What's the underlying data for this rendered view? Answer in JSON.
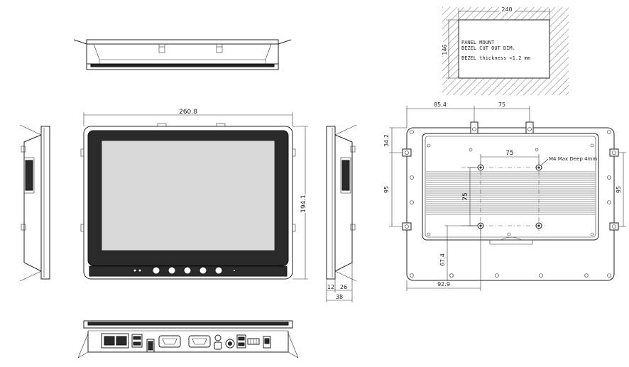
{
  "cutout": {
    "width": "240",
    "height": "146",
    "line1": "PANEL MOUNT",
    "line2": "BEZEL CUT OUT DIM.",
    "line3": "BEZEL thickness <1.2 mm"
  },
  "front": {
    "width": "260.8",
    "height": "194.1"
  },
  "side": {
    "d1": "12",
    "d2": "26",
    "d3": "38"
  },
  "rear": {
    "top_left": "85.4",
    "top_right": "75",
    "left_top": "34.2",
    "left_mid": "95",
    "right_mid": "95",
    "vesa_h": "75",
    "vesa_v": "75",
    "screw_note": "M4 Max.Deep 4mm",
    "bottom_v": "67.4",
    "bottom_h": "92.9"
  }
}
